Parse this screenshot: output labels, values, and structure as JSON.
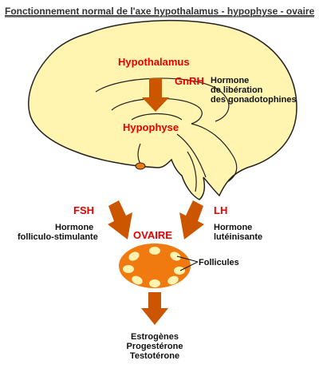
{
  "title": "Fonctionnement normal de l'axe hypothalamus - hypophyse - ovaire",
  "brain": {
    "hypothalamus": "Hypothalamus",
    "hypophyse": "Hypophyse",
    "gnrh": "GnRH",
    "gnrh_desc": [
      "Hormone",
      "de libération",
      "des gonadotophines"
    ]
  },
  "hormones": {
    "fsh": "FSH",
    "fsh_desc": [
      "Hormone",
      "folliculo-stimulante"
    ],
    "lh": "LH",
    "lh_desc": [
      "Hormone",
      "lutéinisante"
    ]
  },
  "ovary": {
    "label": "OVAIRE",
    "follicles": "Follicules"
  },
  "outputs": [
    "Estrogènes",
    "Progestérone",
    "Testotérone"
  ],
  "colors": {
    "brain_fill": "#fff5b0",
    "brain_stroke": "#222222",
    "arrow": "#cc5500",
    "ovary": "#f07a10",
    "follicle": "#fff3b0",
    "label_red": "#e60000"
  }
}
